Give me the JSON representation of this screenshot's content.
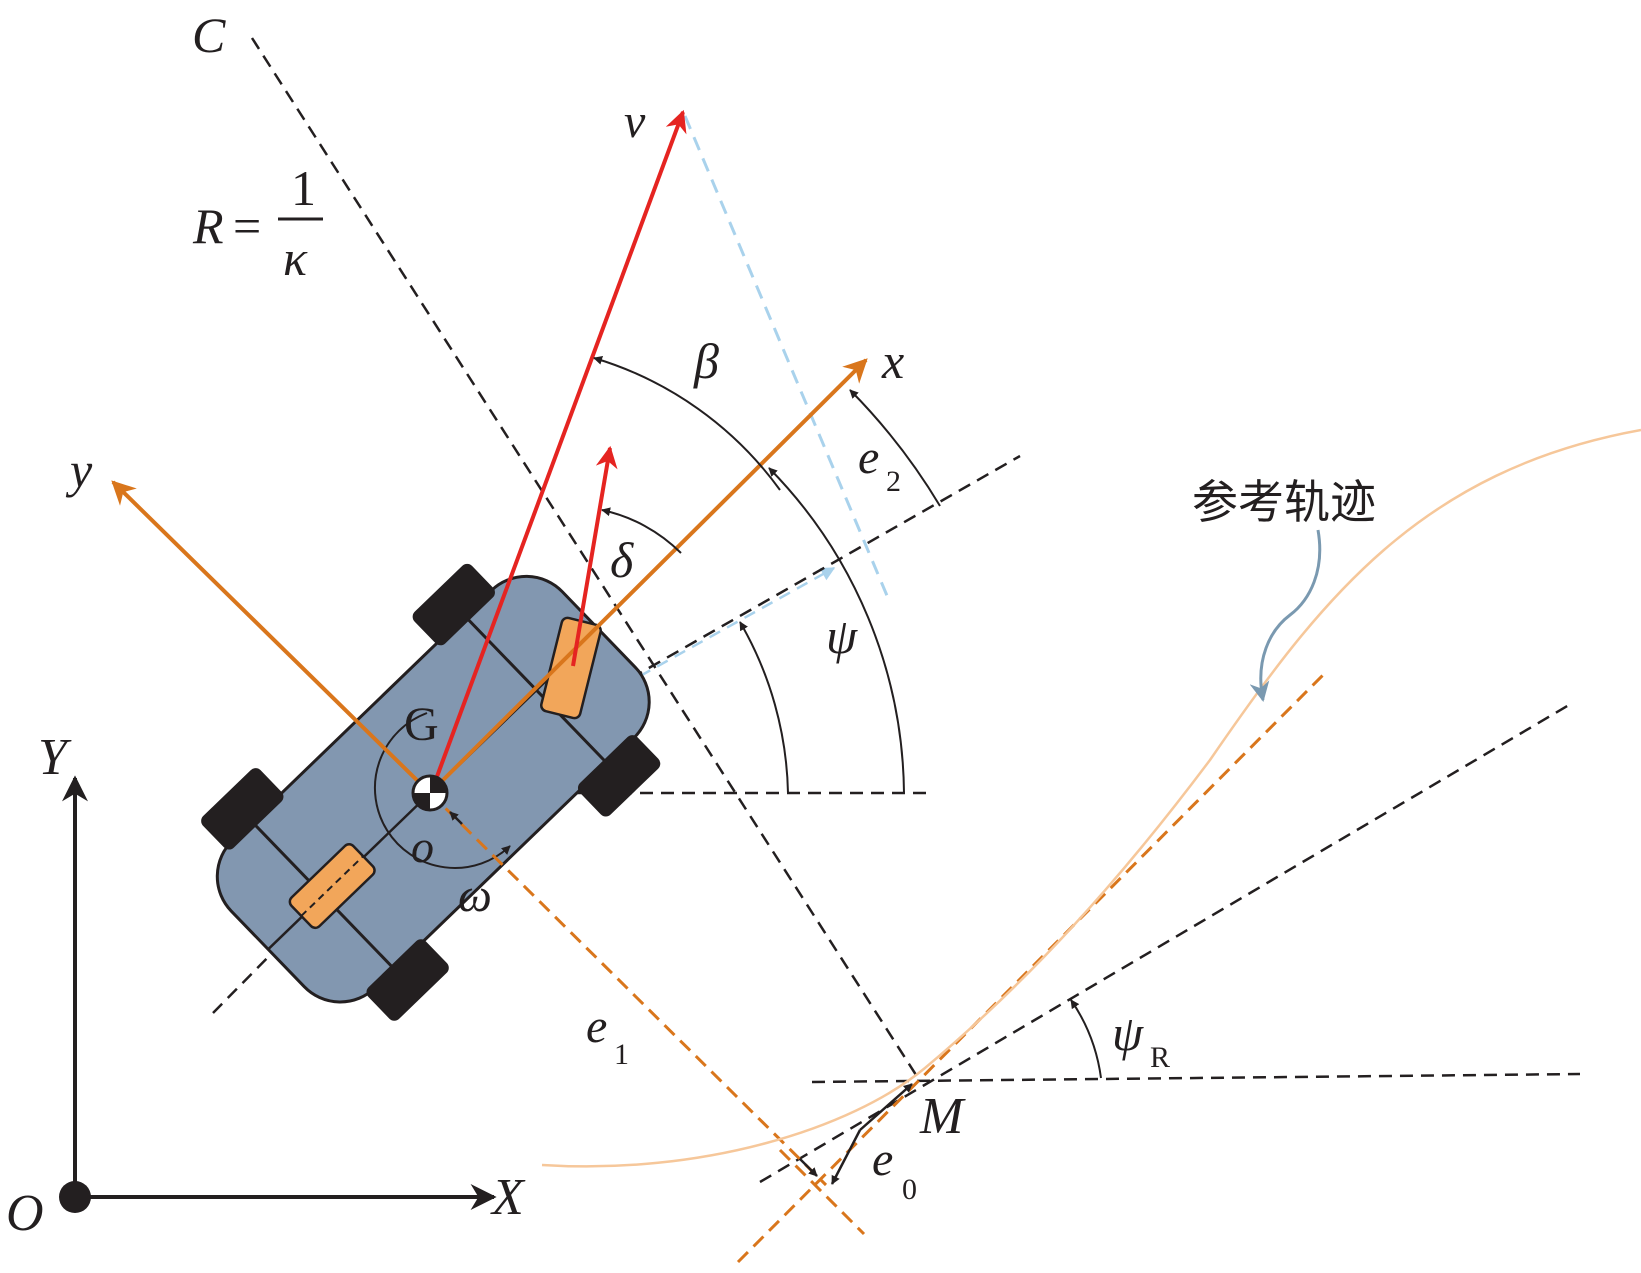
{
  "labels": {
    "C": "C",
    "R": "R",
    "eq": "=",
    "one": "1",
    "kappa": "κ",
    "v": "v",
    "beta": "β",
    "x": "x",
    "e2_base": "e",
    "e2_sub": "2",
    "y": "y",
    "delta": "δ",
    "psi": "ψ",
    "G": "G",
    "o": "o",
    "omega": "ω",
    "Y": "Y",
    "X": "X",
    "O": "O",
    "e1_base": "e",
    "e1_sub": "1",
    "M": "M",
    "e0_base": "e",
    "e0_sub": "0",
    "psiR_base": "ψ",
    "psiR_sub": "R",
    "ref_trajectory": "参考轨迹"
  },
  "colors": {
    "body_fill": "#8297b0",
    "wheel": "#231f20",
    "wheel_front": "#f2a65a",
    "velocity": "#e52421",
    "body_axes": "#d9761c",
    "reference_curve": "#f6c79a",
    "tangent_dash": "#d9761c",
    "light_dash": "#a9d2ec",
    "annotation_arrow": "#7a99b0",
    "line": "#231f20"
  }
}
